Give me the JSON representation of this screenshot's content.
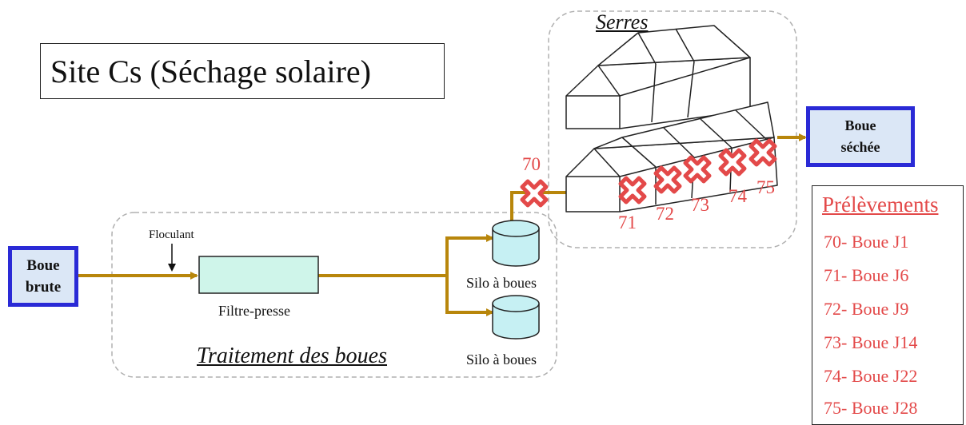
{
  "title": "Site Cs (Séchage solaire)",
  "input_box": {
    "line1": "Boue",
    "line2": "brute"
  },
  "output_box": {
    "line1": "Boue",
    "line2": "séchée"
  },
  "floculant_label": "Floculant",
  "filter_label": "Filtre-presse",
  "silo_label_1": "Silo à boues",
  "silo_label_2": "Silo à boues",
  "treatment_title": "Traitement des boues",
  "greenhouse_title": "Serres",
  "sampling_points": [
    "70",
    "71",
    "72",
    "73",
    "74",
    "75"
  ],
  "legend": {
    "title": "Prélèvements",
    "items": [
      "70- Boue J1",
      "71- Boue J6",
      "72- Boue J9",
      "73- Boue J14",
      "74- Boue J22",
      "75- Boue J28"
    ]
  },
  "colors": {
    "flow": "#b8860b",
    "marker": "#e34949",
    "box_border": "#2a2ad6",
    "box_fill": "#dbe7f6",
    "filter_fill": "#cff5ea",
    "silo_fill": "#c6f0f3"
  }
}
